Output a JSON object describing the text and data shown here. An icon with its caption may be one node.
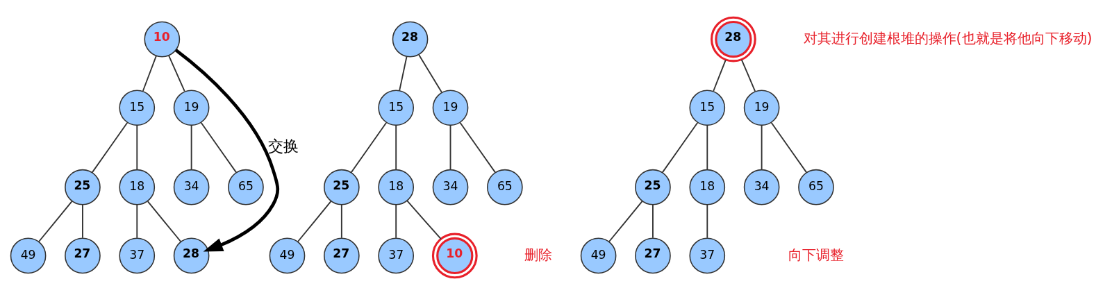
{
  "diagram": {
    "nodes": [
      {
        "text": [
          "10"
        ]
      },
      {
        "text": [
          "15"
        ]
      },
      {
        "text": [
          "19"
        ]
      },
      {
        "text": [
          "25"
        ]
      },
      {
        "text": [
          "18"
        ]
      },
      {
        "text": [
          "34"
        ]
      },
      {
        "text": [
          "65"
        ]
      },
      {
        "text": [
          "49"
        ]
      },
      {
        "text": [
          "27"
        ]
      },
      {
        "text": [
          "37"
        ]
      },
      {
        "text": [
          "28"
        ]
      },
      {
        "text": [
          "28"
        ]
      },
      {
        "text": [
          "15"
        ]
      },
      {
        "text": [
          "19"
        ]
      },
      {
        "text": [
          "25"
        ]
      },
      {
        "text": [
          "18"
        ]
      },
      {
        "text": [
          "34"
        ]
      },
      {
        "text": [
          "65"
        ]
      },
      {
        "text": [
          "49"
        ]
      },
      {
        "text": [
          "27"
        ]
      },
      {
        "text": [
          "37"
        ]
      },
      {
        "text": [
          "10"
        ],
        "beside": [
          "删除"
        ]
      },
      {
        "text": [
          "28"
        ],
        "beside": [
          "对其进行创建根堆的操作(也就是将他向下移动)"
        ]
      },
      {
        "text": [
          "15"
        ]
      },
      {
        "text": [
          "19"
        ]
      },
      {
        "text": [
          "25"
        ]
      },
      {
        "text": [
          "18"
        ]
      },
      {
        "text": [
          "34"
        ]
      },
      {
        "text": [
          "65"
        ]
      },
      {
        "text": [
          "49"
        ]
      },
      {
        "text": [
          "27"
        ]
      },
      {
        "text": [
          "37"
        ]
      }
    ],
    "edges": [
      {
        "from": 0,
        "to": 1,
        "arrow": "none"
      },
      {
        "from": 0,
        "to": 2,
        "arrow": "none"
      },
      {
        "from": 1,
        "to": 3,
        "arrow": "none"
      },
      {
        "from": 1,
        "to": 4,
        "arrow": "none"
      },
      {
        "from": 2,
        "to": 5,
        "arrow": "none"
      },
      {
        "from": 2,
        "to": 6,
        "arrow": "none"
      },
      {
        "from": 3,
        "to": 7,
        "arrow": "none"
      },
      {
        "from": 3,
        "to": 8,
        "arrow": "none"
      },
      {
        "from": 4,
        "to": 9,
        "arrow": "none"
      },
      {
        "from": 4,
        "to": 10,
        "arrow": "none"
      },
      {
        "from": 0,
        "to": 10,
        "arrow": "to",
        "label": "交换",
        "style": "thick"
      },
      {
        "from": 11,
        "to": 12,
        "arrow": "none"
      },
      {
        "from": 11,
        "to": 13,
        "arrow": "none"
      },
      {
        "from": 12,
        "to": 14,
        "arrow": "none"
      },
      {
        "from": 12,
        "to": 15,
        "arrow": "none"
      },
      {
        "from": 13,
        "to": 16,
        "arrow": "none"
      },
      {
        "from": 13,
        "to": 17,
        "arrow": "none"
      },
      {
        "from": 14,
        "to": 18,
        "arrow": "none"
      },
      {
        "from": 14,
        "to": 19,
        "arrow": "none"
      },
      {
        "from": 15,
        "to": 20,
        "arrow": "none"
      },
      {
        "from": 15,
        "to": 21,
        "arrow": "none"
      },
      {
        "from": 22,
        "to": 23,
        "arrow": "none"
      },
      {
        "from": 22,
        "to": 24,
        "arrow": "none"
      },
      {
        "from": 23,
        "to": 25,
        "arrow": "none"
      },
      {
        "from": 23,
        "to": 26,
        "arrow": "none"
      },
      {
        "from": 24,
        "to": 27,
        "arrow": "none"
      },
      {
        "from": 24,
        "to": 28,
        "arrow": "none"
      },
      {
        "from": 25,
        "to": 29,
        "arrow": "none"
      },
      {
        "from": 25,
        "to": 30,
        "arrow": "none"
      },
      {
        "from": 26,
        "to": 31,
        "arrow": "none"
      }
    ],
    "labels": [
      "向下调整"
    ]
  }
}
